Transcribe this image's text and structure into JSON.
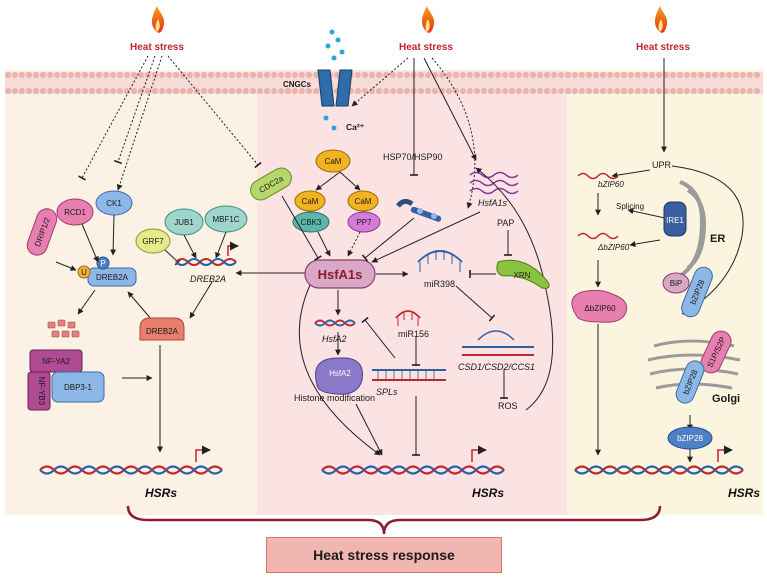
{
  "heat_stress_label": "Heat stress",
  "left": {
    "proteins": {
      "drip": "DRIP1/2",
      "rcd1": "RCD1",
      "ck1": "CK1",
      "jub1": "JUB1",
      "mbf1c": "MBF1C",
      "grf7": "GRF7",
      "dreb2a_protein": "DREB2A",
      "dreb2a_tf": "DREB2A",
      "u_tag": "U",
      "p_tag": "P",
      "nfya2": "NF-YA2",
      "nfyb3": "NF-YB3",
      "dbp31": "DBP3-1"
    },
    "gene_dreb2a": "DREB2A",
    "hsrs": "HSRs"
  },
  "middle": {
    "cngcs": "CNGCs",
    "ca": "Ca²⁺",
    "cam": "CaM",
    "cam_left": "CaM",
    "cam_right": "CaM",
    "cbk3": "CBK3",
    "pp7": "PP7",
    "cdc2a": "CDC2a",
    "hsp": "HSP70/HSP90",
    "hsfa1s_gene": "HsfA1s",
    "hsfa1s": "HsfA1s",
    "hsfa2_gene": "HsfA2",
    "hsfa2": "HsfA2",
    "histone": "Histone modification",
    "mir156": "miR156",
    "mir398": "miR398",
    "spls": "SPLs",
    "csd": "CSD1/CSD2/CCS1",
    "ros": "ROS",
    "pap": "PAP",
    "xrn": "XRN",
    "hsrs": "HSRs"
  },
  "right": {
    "upr": "UPR",
    "bzip60_gene": "bZIP60",
    "dbzip60_gene": "ΔbZIP60",
    "dbzip60": "ΔbZIP60",
    "splicing": "Splicing",
    "ire1": "IRE1",
    "er": "ER",
    "bip": "BiP",
    "bzip28_er": "bZIP28",
    "s1p": "S1P/S2P",
    "bzip28_golgi": "bZIP28",
    "golgi": "Golgi",
    "bzip28": "bZIP28",
    "hsrs": "HSRs"
  },
  "response": "Heat stress response",
  "colors": {
    "left_panel": "#fbf1e4",
    "middle_panel": "#fbe3e3",
    "right_panel": "#fbf4de",
    "membrane": "#f1c9c2",
    "heat_text": "#c0262d",
    "response_box": "#f2b6b0"
  }
}
